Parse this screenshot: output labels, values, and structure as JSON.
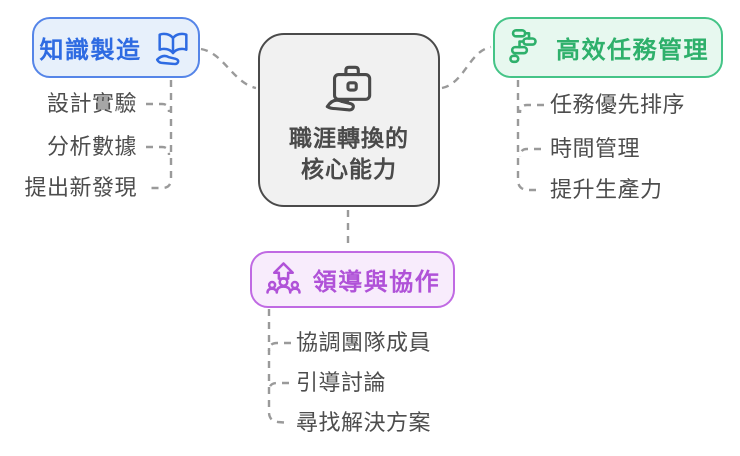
{
  "diagram_title": "職涯轉換的核心能力",
  "center": {
    "title_line1": "職涯轉換的",
    "title_line2": "核心能力",
    "icon": "hand-briefcase-icon"
  },
  "branches": {
    "knowledge": {
      "label": "知識製造",
      "icon": "open-book-hand-icon",
      "items": [
        "設計實驗",
        "分析數據",
        "提出新發現"
      ]
    },
    "tasks": {
      "label": "高效任務管理",
      "icon": "gantt-chart-icon",
      "items": [
        "任務優先排序",
        "時間管理",
        "提升生產力"
      ]
    },
    "leadership": {
      "label": "領導與協作",
      "icon": "team-growth-icon",
      "items": [
        "協調團隊成員",
        "引導討論",
        "尋找解決方案"
      ]
    }
  },
  "colors": {
    "background": "#ffffff",
    "connector": "#9a9a9a",
    "item-text": "#4d4d4d",
    "center-border": "#4a4a4a",
    "center-fill": "#f1f1f1",
    "center-text": "#4a4a4a",
    "knowledge-border": "#5585e8",
    "knowledge-fill": "#e7f0fb",
    "knowledge-text": "#2e6be2",
    "tasks-border": "#45c487",
    "tasks-fill": "#e7f8ef",
    "tasks-text": "#2eb06b",
    "leadership-border": "#c06ae3",
    "leadership-fill": "#f8ecfc",
    "leadership-text": "#b052d8"
  }
}
